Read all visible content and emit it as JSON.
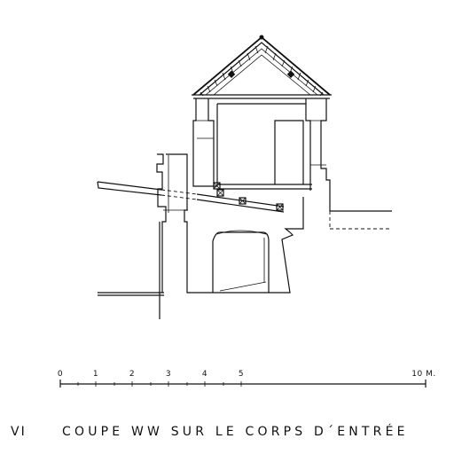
{
  "caption": {
    "plate_number": "VI",
    "title": "COUPE WW SUR LE CORPS D´ENTRÉE"
  },
  "scale_bar": {
    "labels": [
      "0",
      "1",
      "2",
      "3",
      "4",
      "5",
      "10 M."
    ]
  },
  "icons": {
    "roof_finial": "finial-icon",
    "beam_section": "crossed-square-icon"
  }
}
